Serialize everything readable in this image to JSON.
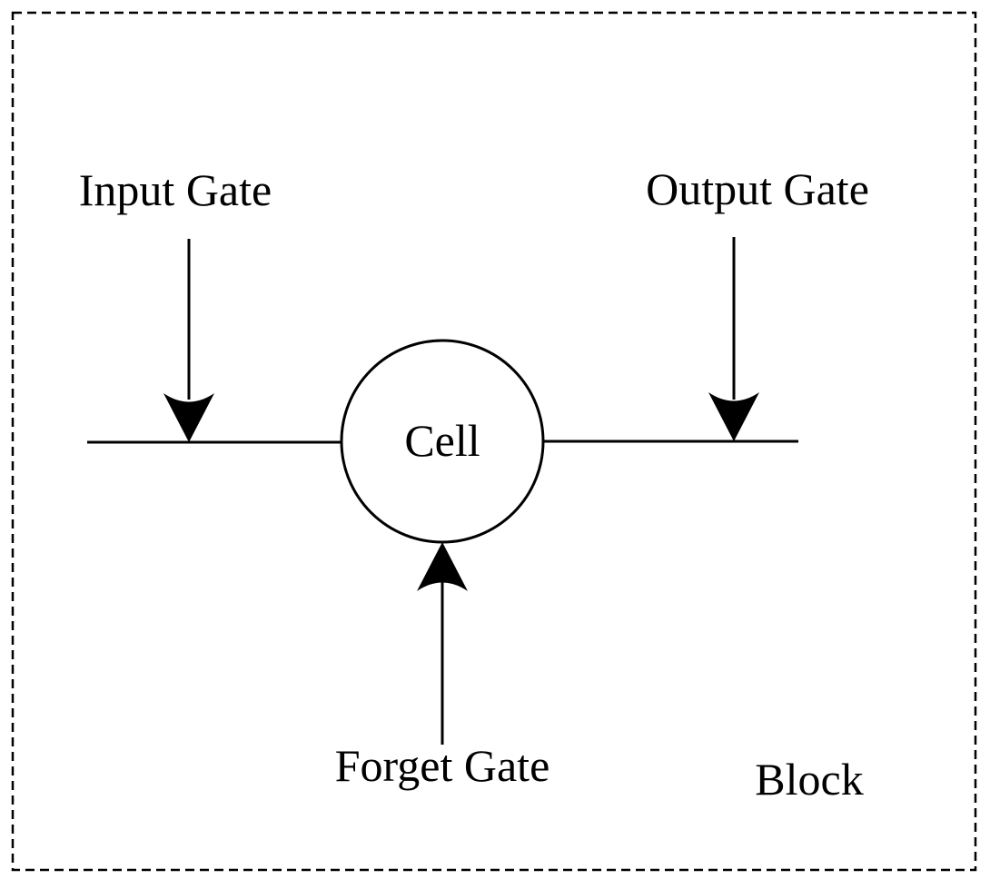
{
  "labels": {
    "input_gate": "Input Gate",
    "output_gate": "Output Gate",
    "cell": "Cell",
    "forget_gate": "Forget Gate",
    "block": "Block"
  },
  "colors": {
    "stroke": "#000000",
    "background": "#ffffff"
  }
}
